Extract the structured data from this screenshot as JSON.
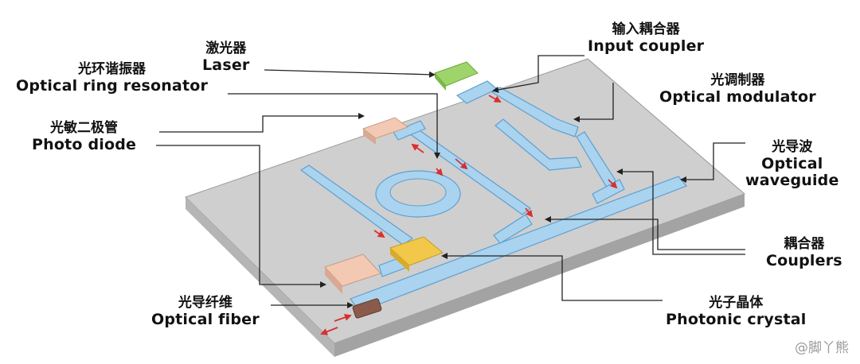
{
  "labels": {
    "laser": {
      "zh": "激光器",
      "en": "Laser"
    },
    "ring": {
      "zh": "光环谐振器",
      "en": "Optical ring resonator"
    },
    "photodiode": {
      "zh": "光敏二极管",
      "en": "Photo diode"
    },
    "fiber": {
      "zh": "光导纤维",
      "en": "Optical fiber"
    },
    "input": {
      "zh": "输入耦合器",
      "en": "Input coupler"
    },
    "modulator": {
      "zh": "光调制器",
      "en": "Optical modulator"
    },
    "waveguide": {
      "zh": "光导波",
      "en1": "Optical",
      "en2": "waveguide"
    },
    "couplers": {
      "zh": "耦合器",
      "en": "Couplers"
    },
    "crystal": {
      "zh": "光子晶体",
      "en": "Photonic crystal"
    }
  },
  "watermark": "@脚丫熊",
  "colors": {
    "board_top": "#cfcfcf",
    "board_side": "#a9a9a9",
    "waveguide": "#a9d3ef",
    "waveguide_edge": "#5f9fd0",
    "laser": "#9fd46a",
    "photodiode": "#f3c9b4",
    "crystal": "#f2c84a",
    "arrow": "#d83030",
    "leader": "#222222"
  }
}
